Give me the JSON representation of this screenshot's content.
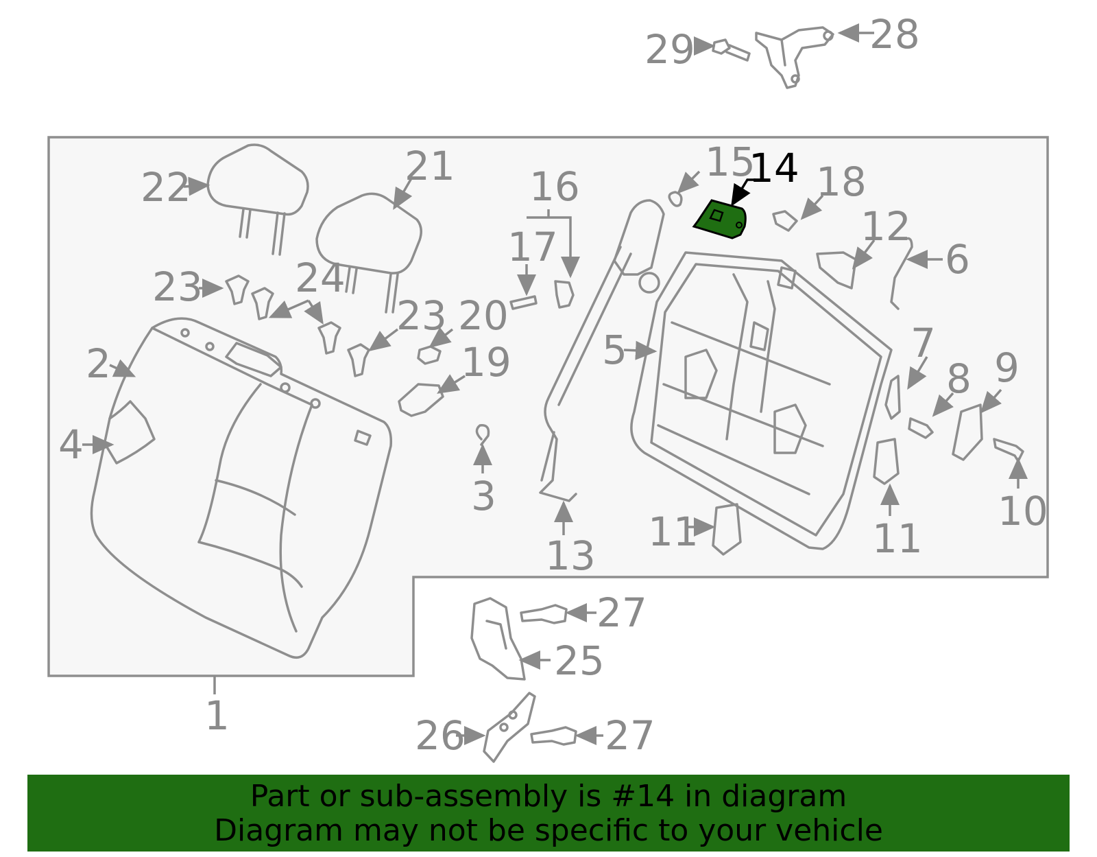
{
  "callouts": {
    "c1": "1",
    "c2": "2",
    "c3": "3",
    "c4": "4",
    "c5": "5",
    "c6": "6",
    "c7": "7",
    "c8": "8",
    "c9": "9",
    "c10": "10",
    "c11a": "11",
    "c11b": "11",
    "c12": "12",
    "c13": "13",
    "c14": "14",
    "c15": "15",
    "c16": "16",
    "c17": "17",
    "c18": "18",
    "c19": "19",
    "c20": "20",
    "c21": "21",
    "c22": "22",
    "c23a": "23",
    "c23b": "23",
    "c24": "24",
    "c25": "25",
    "c26": "26",
    "c27a": "27",
    "c27b": "27",
    "c28": "28",
    "c29": "29"
  },
  "banner": {
    "line1": "Part or sub-assembly is #14 in diagram",
    "line2": "Diagram may not be specific to your vehicle"
  },
  "colors": {
    "highlight": "#1f6e12",
    "line": "#8e8e8e",
    "panel": "#f7f7f7"
  }
}
